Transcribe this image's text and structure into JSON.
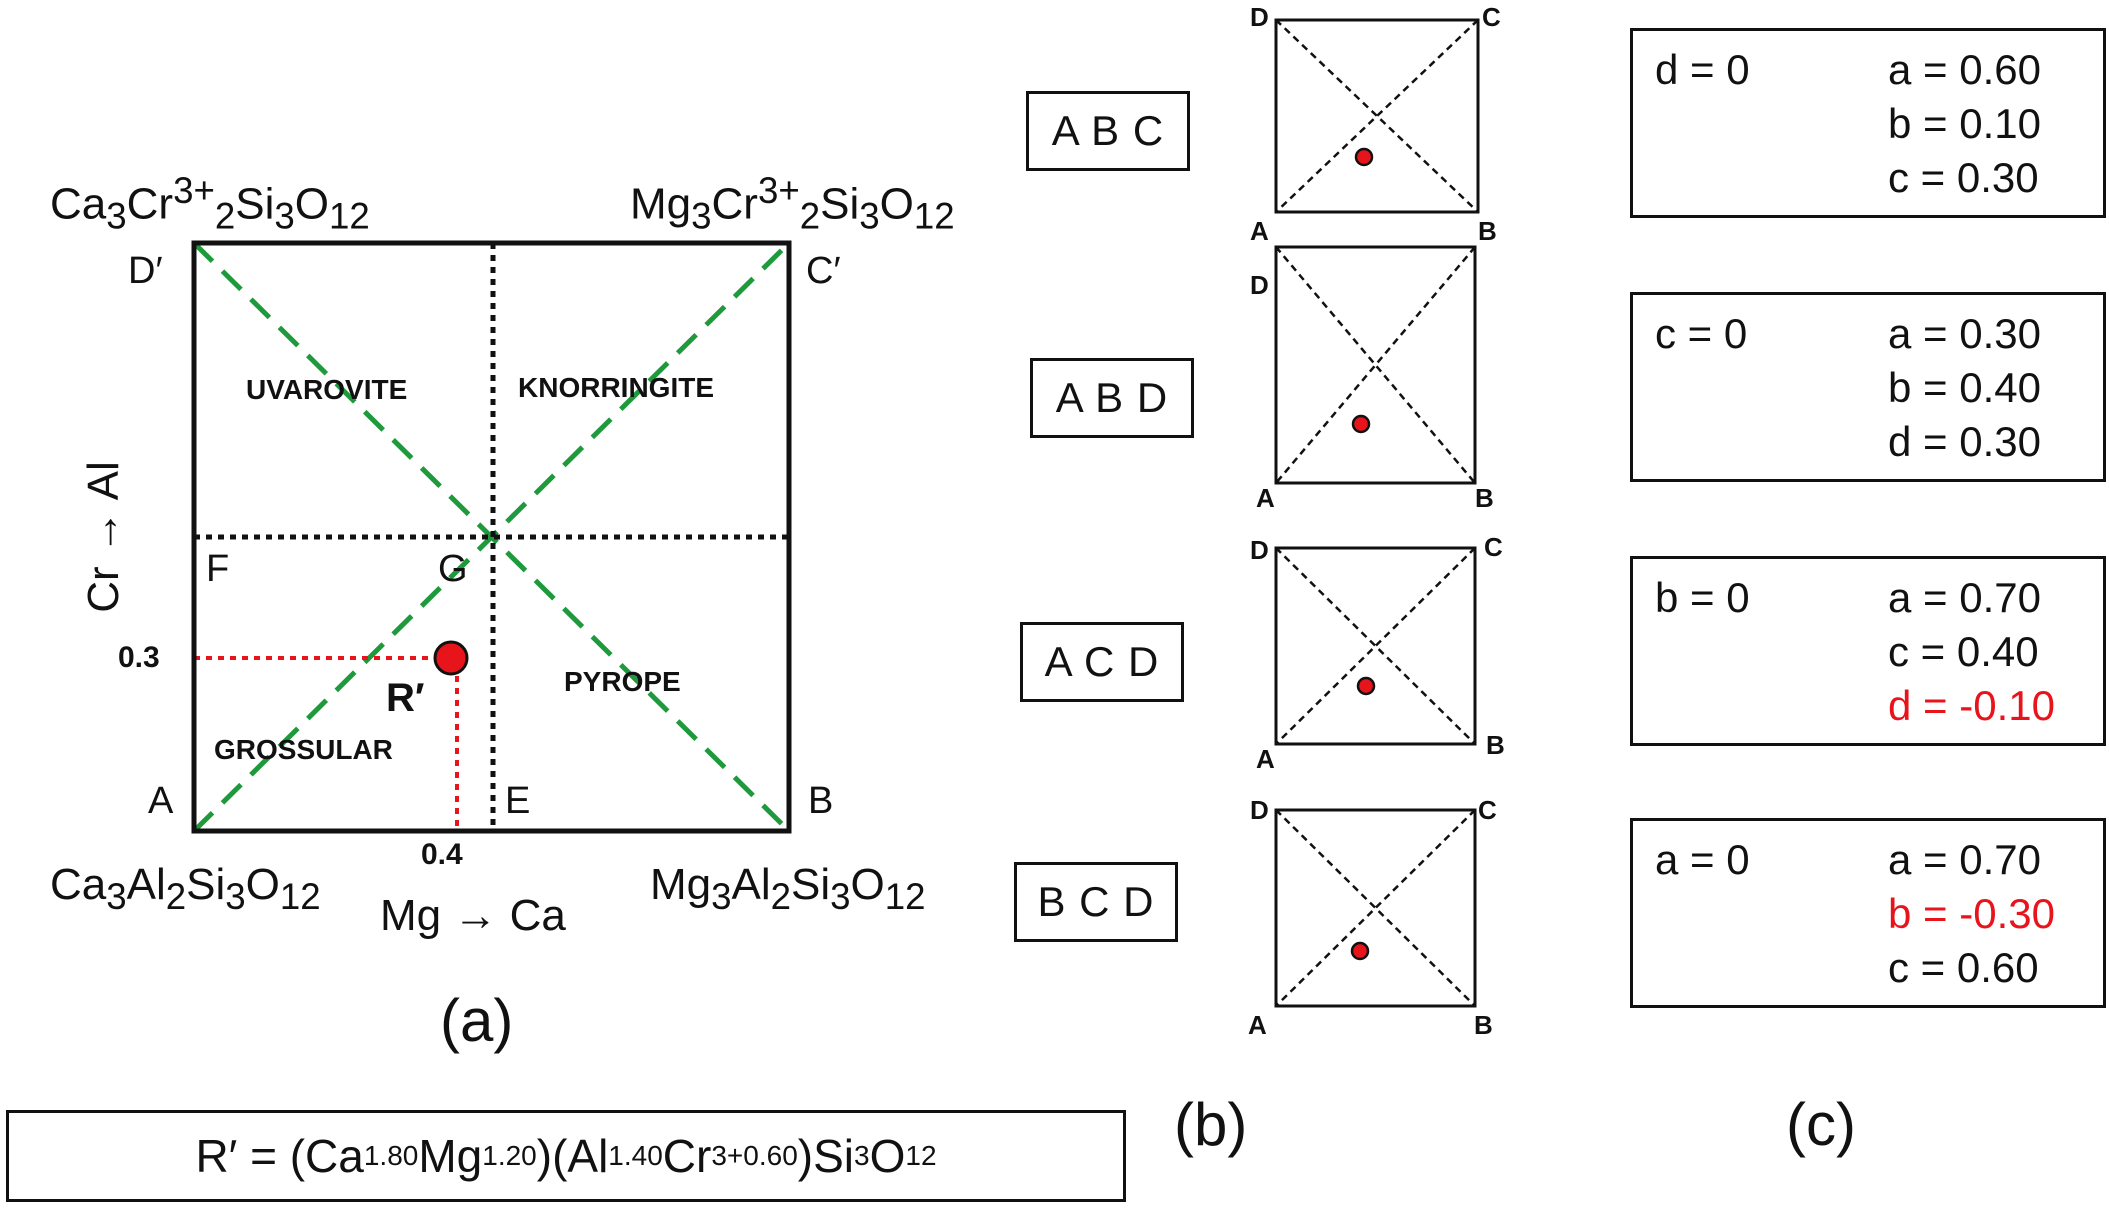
{
  "panel_a": {
    "corners": {
      "top_left": {
        "letter": "D′",
        "formula": {
          "base": "Ca",
          "n1": "3",
          "ion": "Cr",
          "charge": "3+",
          "n2": "2",
          "si": "Si",
          "n3": "3",
          "o": "O",
          "n4": "12"
        }
      },
      "top_right": {
        "letter": "C′",
        "formula": {
          "base": "Mg",
          "n1": "3",
          "ion": "Cr",
          "charge": "3+",
          "n2": "2",
          "si": "Si",
          "n3": "3",
          "o": "O",
          "n4": "12"
        }
      },
      "bottom_left": {
        "letter": "A",
        "formula": {
          "base": "Ca",
          "n1": "3",
          "ion": "Al",
          "n2": "2",
          "si": "Si",
          "n3": "3",
          "o": "O",
          "n4": "12"
        }
      },
      "bottom_right": {
        "letter": "B",
        "formula": {
          "base": "Mg",
          "n1": "3",
          "ion": "Al",
          "n2": "2",
          "si": "Si",
          "n3": "3",
          "o": "O",
          "n4": "12"
        }
      }
    },
    "regions": [
      "UVAROVITE",
      "KNORRINGITE",
      "GROSSULAR",
      "PYROPE"
    ],
    "points": {
      "F": "F",
      "G": "G",
      "E": "E",
      "R": "R′"
    },
    "x_axis_label": "Mg → Ca",
    "y_axis_label": "Cr → Al",
    "x_tick": "0.4",
    "y_tick": "0.3",
    "point_x": 0.4,
    "point_y": 0.3,
    "caption": "(a)"
  },
  "formula": {
    "prefix": "R′ = (Ca",
    "ca_sub": "1.80",
    "mg": "Mg",
    "mg_sub": "1.20",
    "al_open": ")(Al",
    "al_sub": "1.40",
    "cr": "Cr",
    "cr_sup": "3+",
    "cr_sub": "0.60",
    "si": ")Si",
    "si_sub": "3",
    "o": "O",
    "o_sub": "12"
  },
  "panel_b": {
    "caption": "(b)",
    "rows": [
      {
        "system": "A B C",
        "corners": {
          "a": "A",
          "b": "B",
          "c": "C",
          "d": "D"
        }
      },
      {
        "system": "A B D",
        "corners": {
          "a": "A",
          "b": "B",
          "c": "",
          "d": "D"
        }
      },
      {
        "system": "A C D",
        "corners": {
          "a": "A",
          "b": "B",
          "c": "C",
          "d": "D"
        }
      },
      {
        "system": "B C D",
        "corners": {
          "a": "A",
          "b": "B",
          "c": "C",
          "d": "D"
        }
      }
    ]
  },
  "panel_c": {
    "caption": "(c)",
    "rows": [
      {
        "zero": "d = 0",
        "values": [
          {
            "text": "a = 0.60",
            "negative": false
          },
          {
            "text": "b = 0.10",
            "negative": false
          },
          {
            "text": "c = 0.30",
            "negative": false
          }
        ]
      },
      {
        "zero": "c = 0",
        "values": [
          {
            "text": "a = 0.30",
            "negative": false
          },
          {
            "text": "b = 0.40",
            "negative": false
          },
          {
            "text": "d = 0.30",
            "negative": false
          }
        ]
      },
      {
        "zero": "b = 0",
        "values": [
          {
            "text": "a = 0.70",
            "negative": false
          },
          {
            "text": "c = 0.40",
            "negative": false
          },
          {
            "text": "d = -0.10",
            "negative": true
          }
        ]
      },
      {
        "zero": "a = 0",
        "values": [
          {
            "text": "a = 0.70",
            "negative": false
          },
          {
            "text": "b = -0.30",
            "negative": true
          },
          {
            "text": "c = 0.60",
            "negative": false
          }
        ]
      }
    ]
  },
  "colors": {
    "green_dash": "#1e9a3c",
    "red": "#e8141b",
    "black": "#111111"
  }
}
